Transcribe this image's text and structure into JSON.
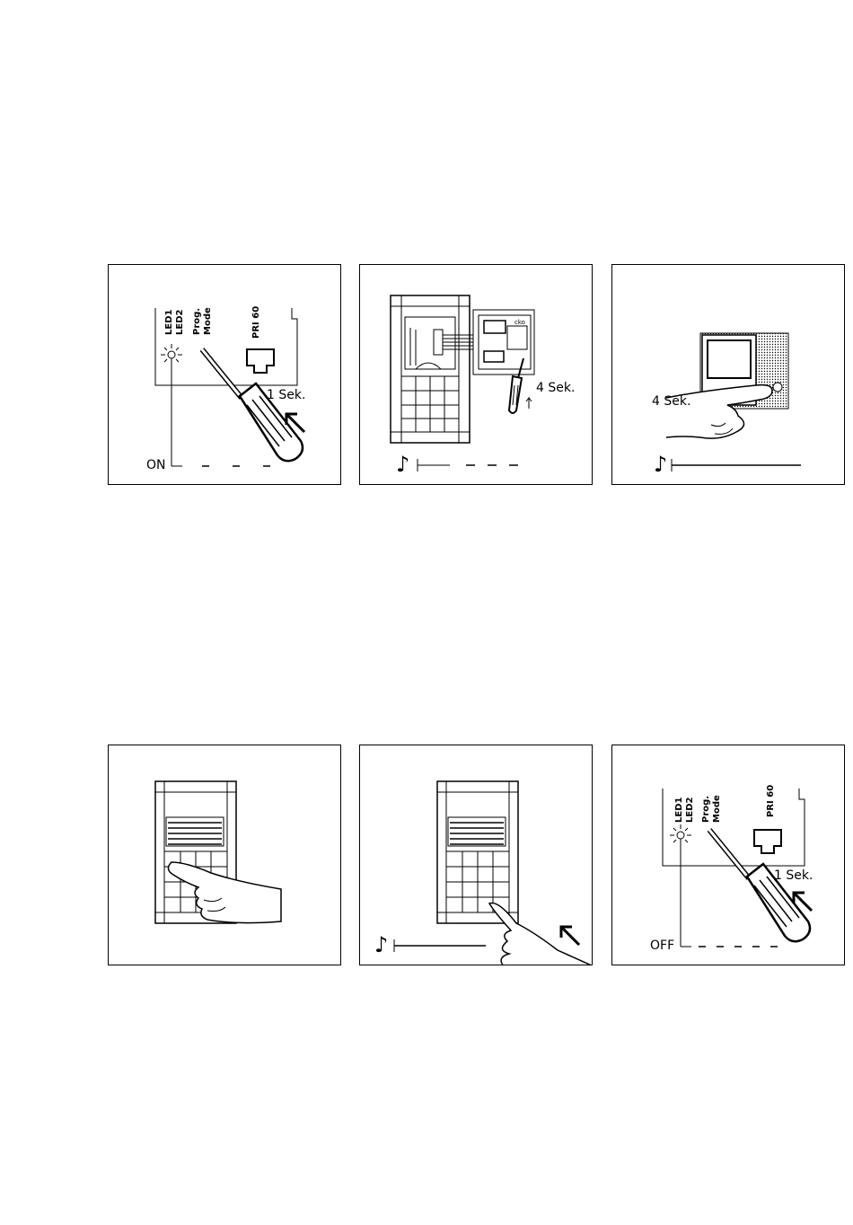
{
  "panels": {
    "p1": {
      "led1": "LED1",
      "led2": "LED2",
      "prog": "Prog.",
      "mode": "Mode",
      "pri": "PRI 60",
      "duration": "1 Sek.",
      "state": "ON"
    },
    "p2": {
      "duration": "4 Sek.",
      "note": "♪"
    },
    "p3": {
      "duration": "4 Sek.",
      "note": "♪"
    },
    "p4": {},
    "p5": {
      "note": "♪"
    },
    "p6": {
      "led1": "LED1",
      "led2": "LED2",
      "prog": "Prog.",
      "mode": "Mode",
      "pri": "PRI 60",
      "duration": "1 Sek.",
      "state": "OFF"
    }
  }
}
